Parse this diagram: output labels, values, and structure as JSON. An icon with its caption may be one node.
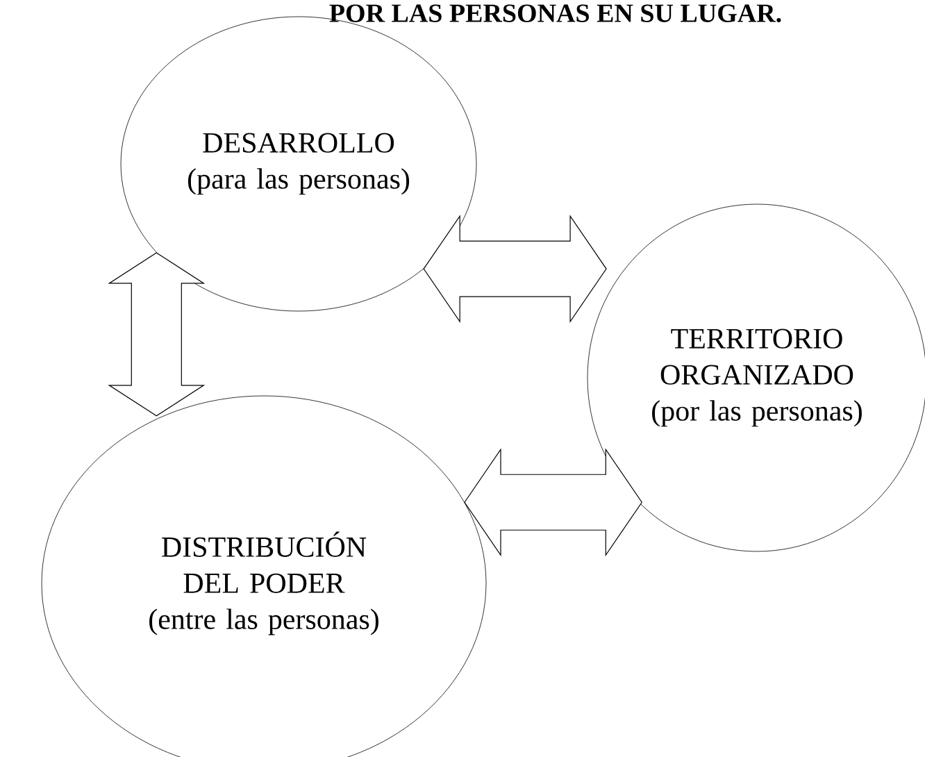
{
  "diagram": {
    "title": "POR LAS PERSONAS EN SU LUGAR.",
    "nodes": [
      {
        "text": [
          "DESARROLLO",
          "(para las personas)"
        ]
      },
      {
        "text": [
          "TERRITORIO ORGANIZADO",
          "(por las personas)"
        ]
      },
      {
        "text": [
          "DISTRIBUCIÓN DEL PODER",
          "(entre las personas)"
        ]
      }
    ],
    "edges": [
      {
        "from": 0,
        "to": 1,
        "arrow": "both"
      },
      {
        "from": 0,
        "to": 2,
        "arrow": "both"
      },
      {
        "from": 2,
        "to": 1,
        "arrow": "both"
      }
    ]
  }
}
